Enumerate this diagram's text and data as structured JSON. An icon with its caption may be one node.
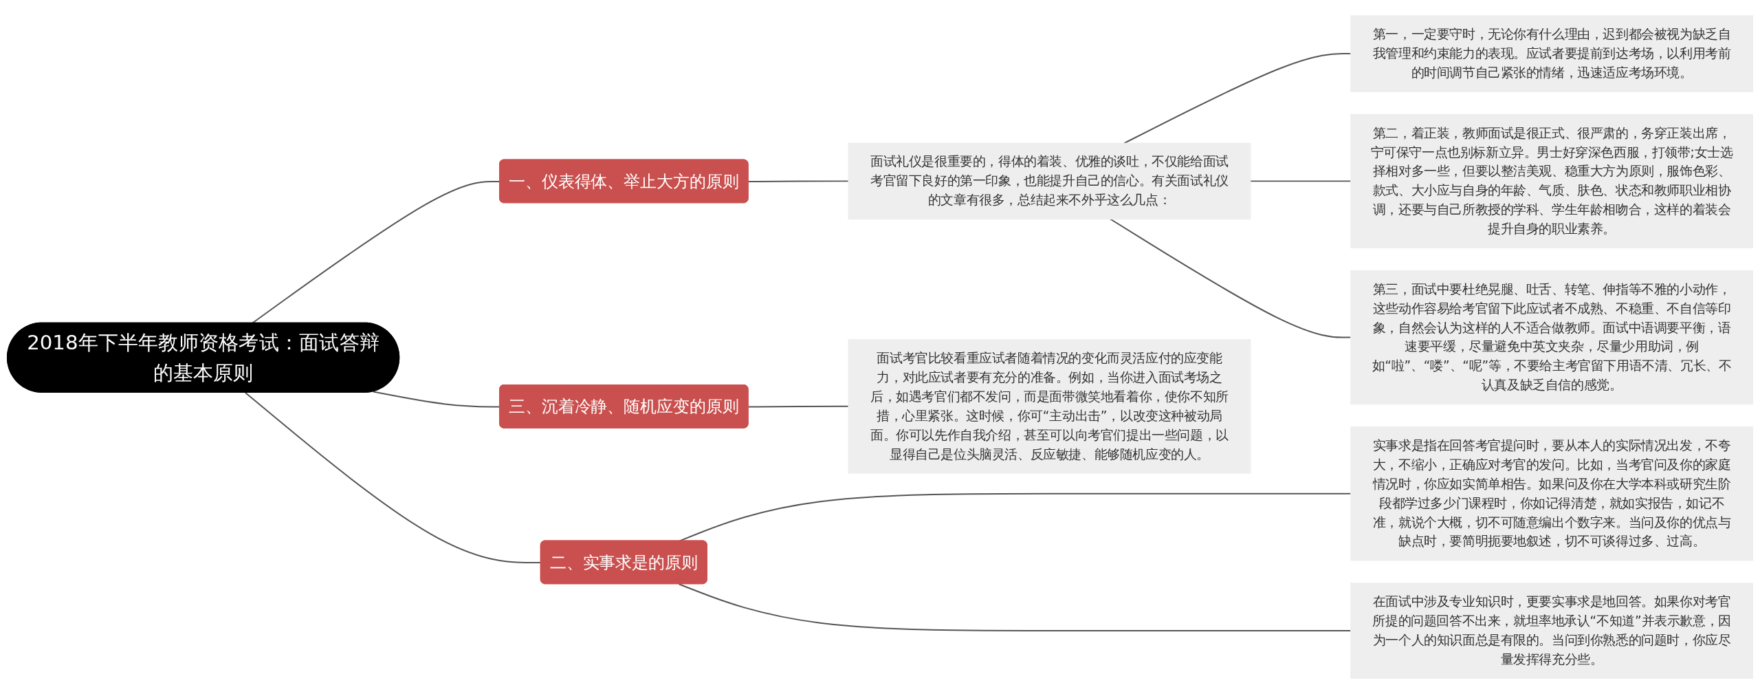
{
  "diagram": {
    "nodes": [
      {
        "text": [
          "2018年下半年教师资格考试：面试答辩的基本原则"
        ]
      },
      {
        "text": [
          "一、仪表得体、举止大方的原则"
        ]
      },
      {
        "text": [
          "面试礼仪是很重要的，得体的着装、优雅的谈吐，不仅能给面试考官留下良好的第一印象，也能提升自己的信心。有关面试礼仪的文章有很多，总结起来不外乎这么几点："
        ]
      },
      {
        "text": [
          "第一，一定要守时，无论你有什么理由，迟到都会被视为缺乏自我管理和约束能力的表现。应试者要提前到达考场，以利用考前的时间调节自己紧张的情绪，迅速适应考场环境。"
        ]
      },
      {
        "text": [
          "第二，着正装，教师面试是很正式、很严肃的，务穿正装出席，宁可保守一点也别标新立异。男士好穿深色西服，打领带;女士选择相对多一些，但要以整洁美观、稳重大方为原则，服饰色彩、款式、大小应与自身的年龄、气质、肤色、状态和教师职业相协调，还要与自己所教授的学科、学生年龄相吻合，这样的着装会提升自身的职业素养。"
        ]
      },
      {
        "text": [
          "第三，面试中要杜绝晃腿、吐舌、转笔、伸指等不雅的小动作，这些动作容易给考官留下此应试者不成熟、不稳重、不自信等印象，自然会认为这样的人不适合做教师。面试中语调要平衡，语速要平缓，尽量避免中英文夹杂，尽量少用助词，例如“啦”、“喽”、“呢”等，不要给主考官留下用语不清、冗长、不认真及缺乏自信的感觉。"
        ]
      },
      {
        "text": [
          "二、实事求是的原则"
        ]
      },
      {
        "text": [
          "实事求是指在回答考官提问时，要从本人的实际情况出发，不夸大，不缩小，正确应对考官的发问。比如，当考官问及你的家庭情况时，你应如实简单相告。如果问及你在大学本科或研究生阶段都学过多少门课程时，你如记得清楚，就如实报告，如记不准，就说个大概，切不可随意编出个数字来。当问及你的优点与缺点时，要简明扼要地叙述，切不可谈得过多、过高。"
        ]
      },
      {
        "text": [
          "在面试中涉及专业知识时，更要实事求是地回答。如果你对考官所提的问题回答不出来，就坦率地承认“不知道”并表示歉意，因为一个人的知识面总是有限的。当问到你熟悉的问题时，你应尽量发挥得充分些。"
        ]
      },
      {
        "text": [
          "三、沉着冷静、随机应变的原则"
        ]
      },
      {
        "text": [
          "面试考官比较看重应试者随着情况的变化而灵活应付的应变能力，对此应试者要有充分的准备。例如，当你进入面试考场之后，如遇考官们都不发问，而是面带微笑地看着你，使你不知所措，心里紧张。这时候，你可“主动出击”，以改变这种被动局面。你可以先作自我介绍，甚至可以向考官们提出一些问题，以显得自己是位头脑灵活、反应敏捷、能够随机应变的人。"
        ]
      }
    ],
    "edges": [
      {
        "from": 0,
        "to": 1,
        "arrow": "none"
      },
      {
        "from": 1,
        "to": 2,
        "arrow": "none"
      },
      {
        "from": 2,
        "to": 3,
        "arrow": "none"
      },
      {
        "from": 2,
        "to": 4,
        "arrow": "none"
      },
      {
        "from": 2,
        "to": 5,
        "arrow": "none"
      },
      {
        "from": 0,
        "to": 6,
        "arrow": "none"
      },
      {
        "from": 6,
        "to": 7,
        "arrow": "none"
      },
      {
        "from": 6,
        "to": 8,
        "arrow": "none"
      },
      {
        "from": 0,
        "to": 9,
        "arrow": "none"
      },
      {
        "from": 9,
        "to": 10,
        "arrow": "none"
      }
    ]
  }
}
